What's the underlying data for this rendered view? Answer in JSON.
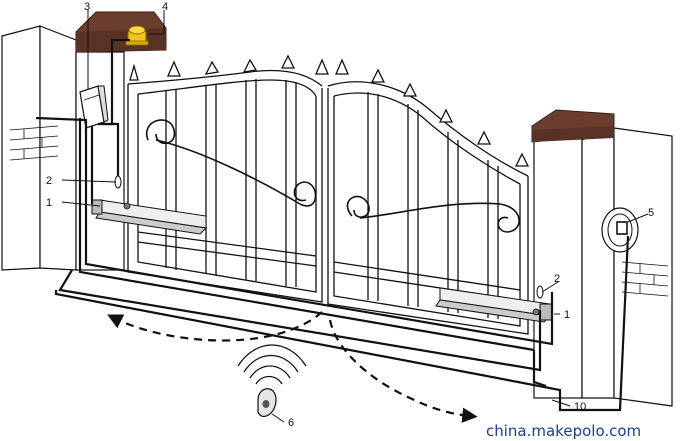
{
  "diagram": {
    "callouts": {
      "c3": "3",
      "c4": "4",
      "c2_left": "2",
      "c1_left": "1",
      "c2_right": "2",
      "c1_right": "1",
      "c5": "5",
      "c6": "6",
      "c10": "10"
    },
    "watermark": "china.makepolo.com"
  },
  "colors": {
    "line": "#111111",
    "pillar_cap": "#6b3d2e",
    "lamp": "#f2c418",
    "watermark": "#1a3f8f"
  }
}
